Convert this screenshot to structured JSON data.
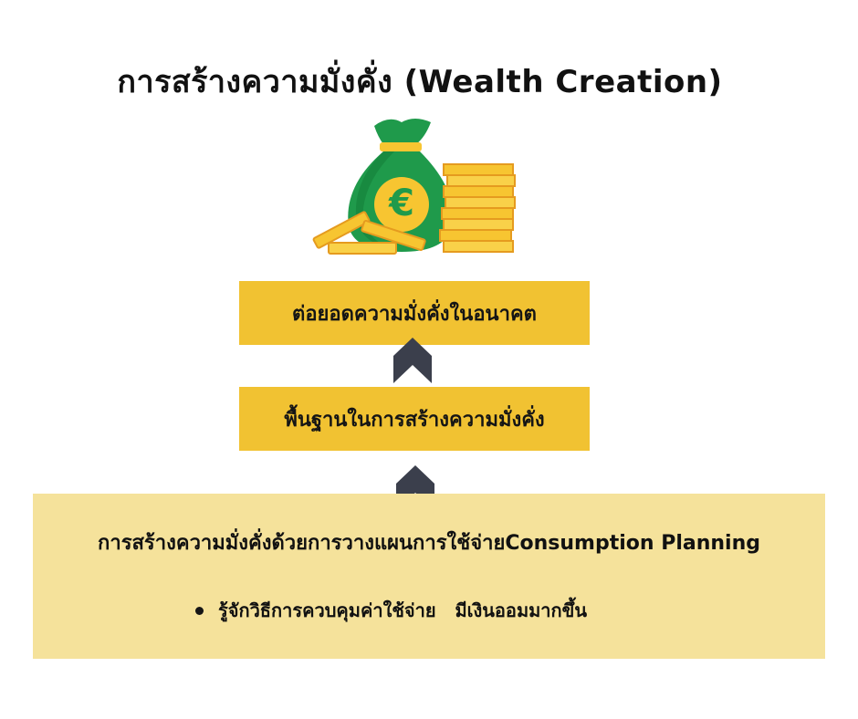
{
  "title": "การสร้างความมั่งคั่ง (Wealth Creation)",
  "steps": {
    "top": "ต่อยอดความมั่งคั่งในอนาคต",
    "middle": "พื้นฐานในการสร้างความมั่งคั่ง",
    "bottom": {
      "heading": "การสร้างความมั่งคั่งด้วยการวางแผนการใช้จ่ายConsumption Planning",
      "bullets": [
        "รู้จักวิธีการควบคุมค่าใช้จ่าย   มีเงินออมมากขึ้น"
      ]
    }
  },
  "illustration": {
    "icon": "money-bag-euro-icon",
    "symbol": "€"
  },
  "colors": {
    "box": "#f1c232",
    "bottom_box": "#f5e29b",
    "chevron": "#3b3f4c",
    "bag": "#1f9a4b",
    "coin": "#f7c531"
  }
}
